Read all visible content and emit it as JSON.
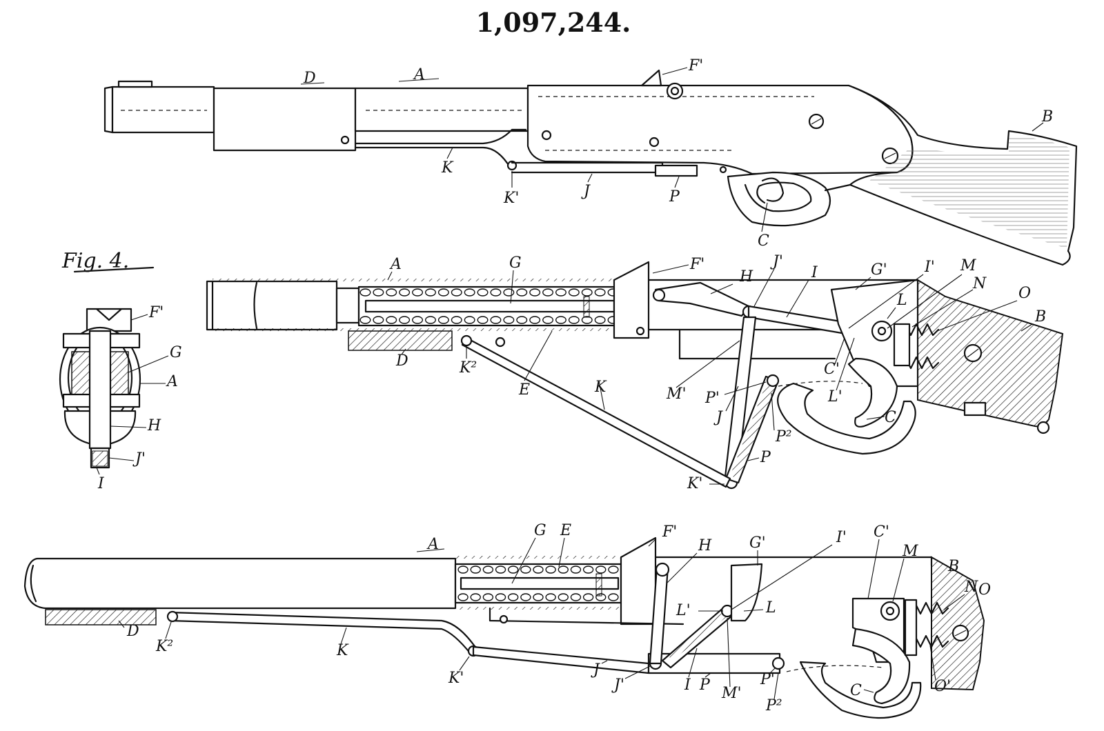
{
  "patent_number": "1,097,244.",
  "figure_label": "Fig. 4.",
  "labels": {
    "A": "A",
    "B": "B",
    "C": "C",
    "C1": "C'",
    "D": "D",
    "E": "E",
    "F1": "F'",
    "G": "G",
    "G1": "G'",
    "H": "H",
    "I": "I",
    "I1": "I'",
    "J": "J",
    "J1": "J'",
    "K": "K",
    "K1": "K'",
    "K2": "K²",
    "L": "L",
    "L1": "L'",
    "M": "M",
    "M1": "M'",
    "N": "N",
    "O": "O",
    "O1": "O'",
    "P": "P",
    "P1": "P'",
    "P2": "P²"
  }
}
